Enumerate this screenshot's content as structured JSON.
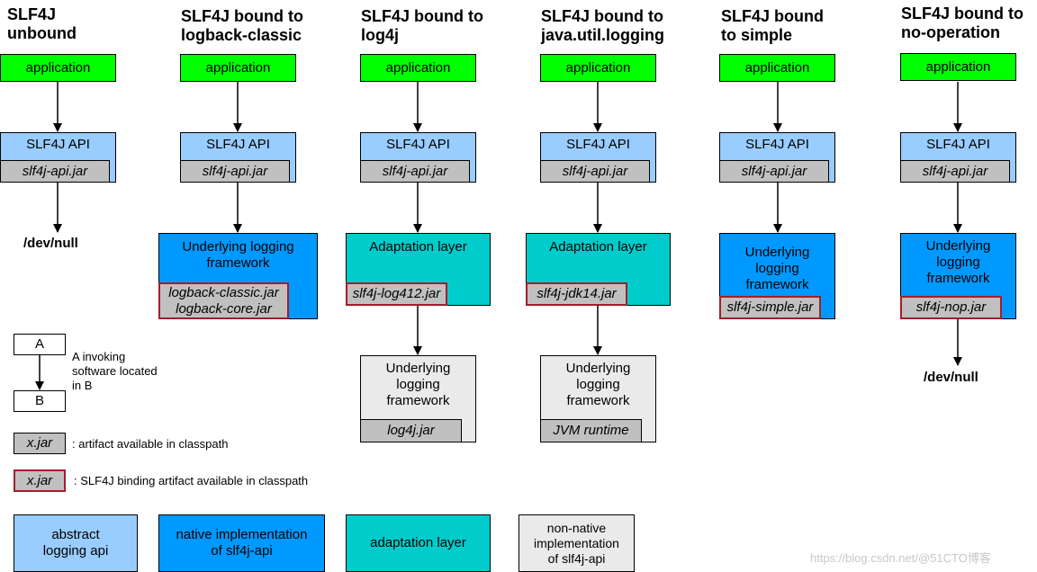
{
  "columns": [
    {
      "title": "SLF4J\nunbound",
      "app": "application",
      "api": "SLF4J API",
      "api_jar": "slf4j-api.jar",
      "end": "/dev/null"
    },
    {
      "title": "SLF4J bound to\nlogback-classic",
      "app": "application",
      "api": "SLF4J API",
      "api_jar": "slf4j-api.jar",
      "framework": "Underlying logging\nframework",
      "framework_jar": "logback-classic.jar\nlogback-core.jar"
    },
    {
      "title": "SLF4J bound to\nlog4j",
      "app": "application",
      "api": "SLF4J API",
      "api_jar": "slf4j-api.jar",
      "adapter": "Adaptation layer",
      "adapter_jar": "slf4j-log412.jar",
      "framework": "Underlying\nlogging\nframework",
      "framework_jar": "log4j.jar"
    },
    {
      "title": "SLF4J bound to\njava.util.logging",
      "app": "application",
      "api": "SLF4J API",
      "api_jar": "slf4j-api.jar",
      "adapter": "Adaptation layer",
      "adapter_jar": "slf4j-jdk14.jar",
      "framework": "Underlying\nlogging\nframework",
      "framework_jar": "JVM runtime"
    },
    {
      "title": "SLF4J bound\nto simple",
      "app": "application",
      "api": "SLF4J API",
      "api_jar": "slf4j-api.jar",
      "framework": "Underlying\nlogging\nframework",
      "framework_jar": "slf4j-simple.jar"
    },
    {
      "title": "SLF4J bound to\nno-operation",
      "app": "application",
      "api": "SLF4J API",
      "api_jar": "slf4j-api.jar",
      "framework": "Underlying\nlogging\nframework",
      "framework_jar": "slf4j-nop.jar",
      "end": "/dev/null"
    }
  ],
  "legend": {
    "a": "A",
    "b": "B",
    "invoke_text": "A invoking\nsoftware located\nin B",
    "jar_label": "x.jar",
    "artifact_text": ": artifact available in classpath",
    "binding_jar_label": "x.jar",
    "binding_text": ": SLF4J binding artifact available in classpath",
    "abstract": "abstract\nlogging api",
    "native": "native implementation\nof slf4j-api",
    "adaptation": "adaptation layer",
    "non_native": "non-native\nimplementation\nof slf4j-api"
  },
  "watermark": "https://blog.csdn.net/@51CTO博客",
  "colors": {
    "application": "#00ff00",
    "api": "#99ccff",
    "native": "#0099ff",
    "adaptation": "#00cccc",
    "non_native": "#eaeaea",
    "jar": "#c0c0c0",
    "binding_border": "#a0202a"
  }
}
